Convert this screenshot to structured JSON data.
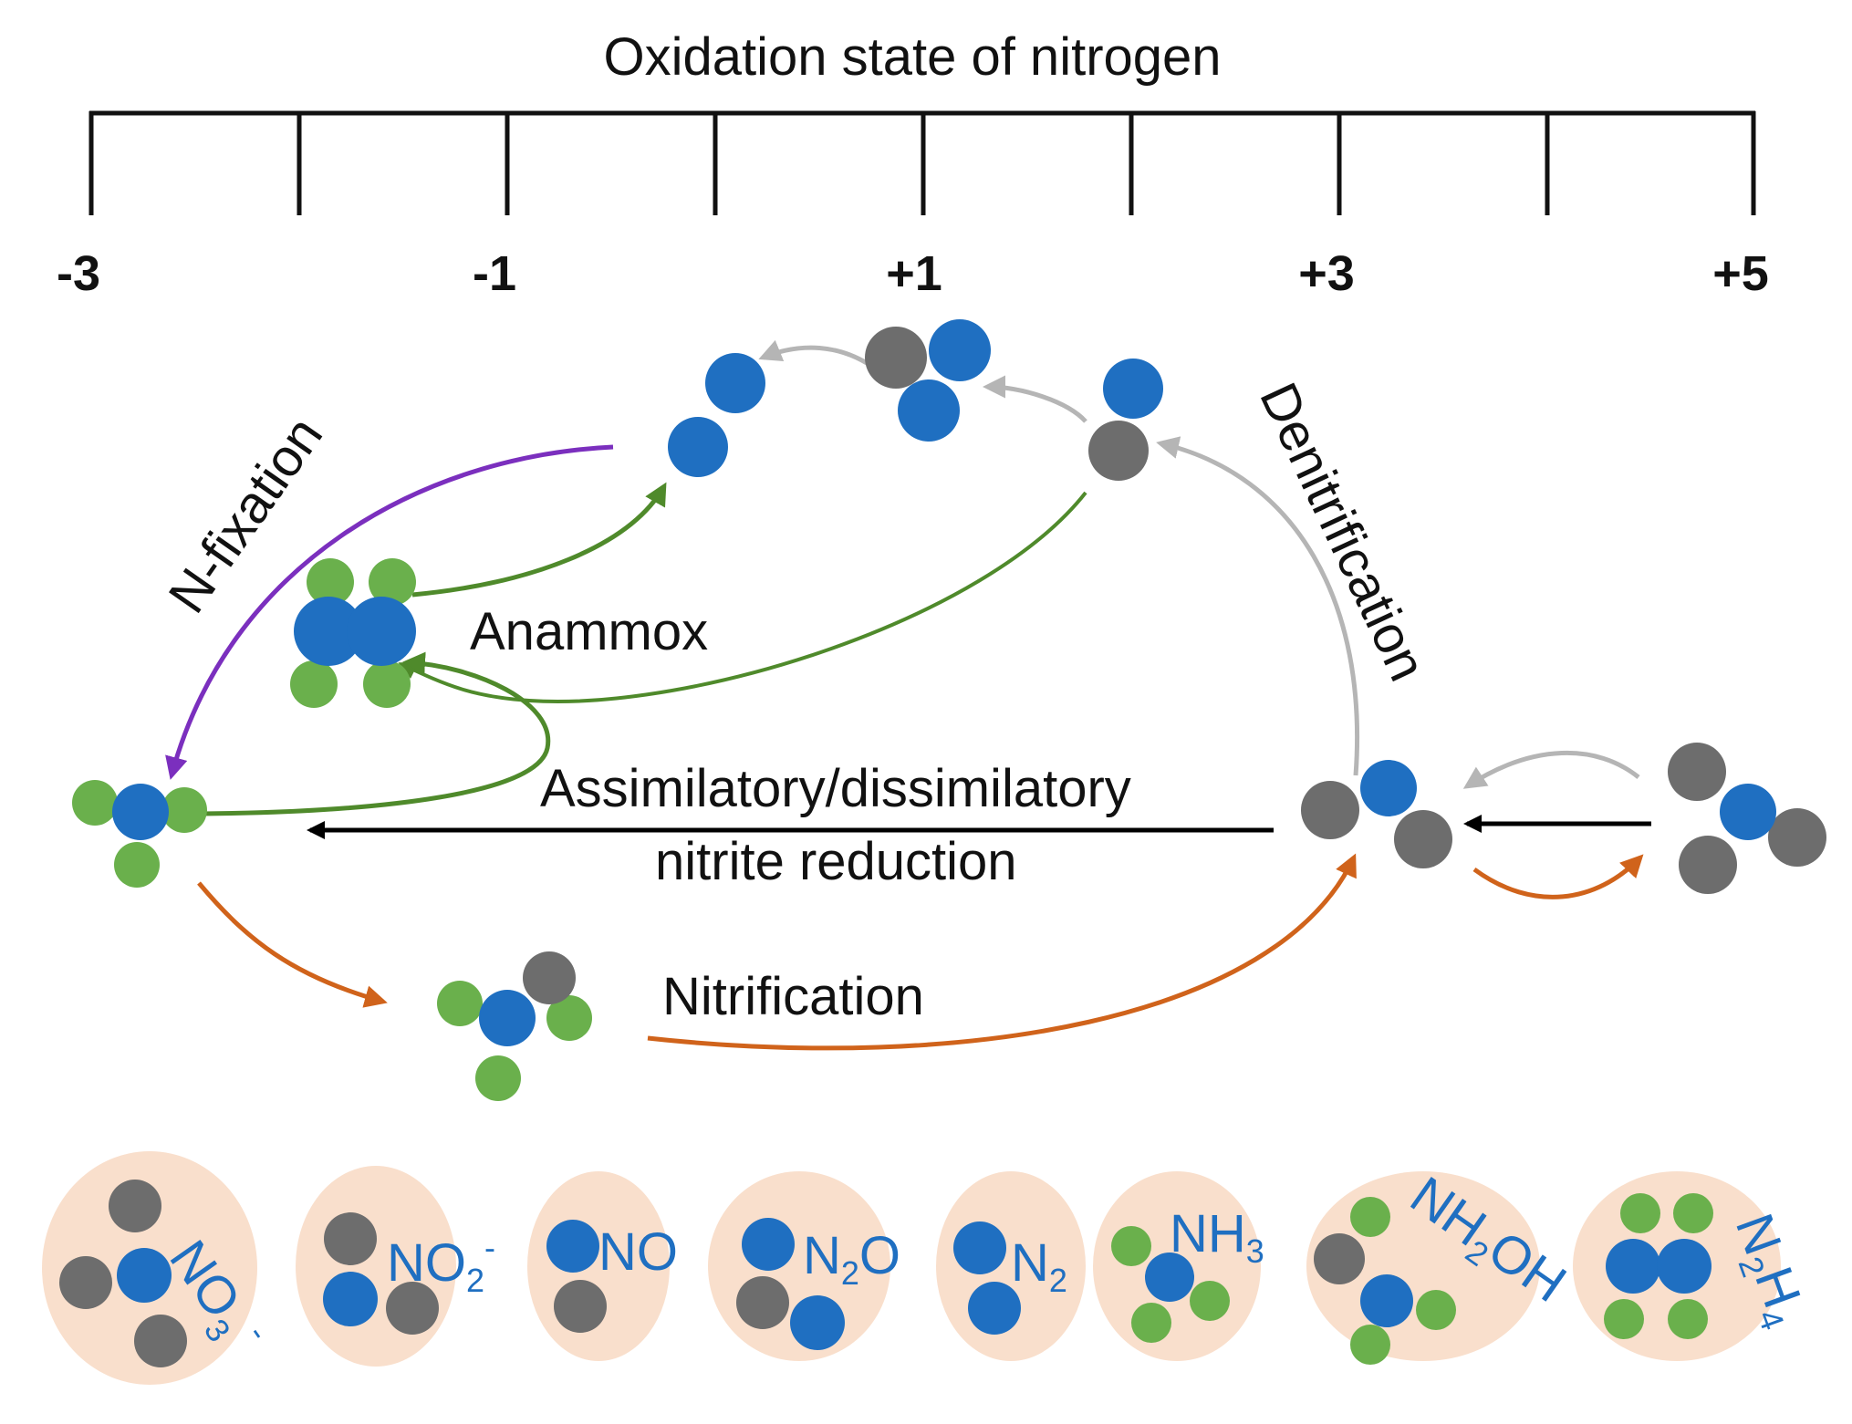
{
  "axis": {
    "title": "Oxidation state of nitrogen",
    "ticks": [
      "-3",
      "-1",
      "+1",
      "+3",
      "+5"
    ]
  },
  "processes": {
    "n_fixation": "N-fixation",
    "anammox": "Anammox",
    "denitrification": "Denitrification",
    "nitrite_reduction_line1": "Assimilatory/dissimilatory",
    "nitrite_reduction_line2": "nitrite reduction",
    "nitrification": "Nitrification"
  },
  "key": [
    {
      "base": "NO",
      "sub": "3",
      "sup": "-",
      "id": "nitrate"
    },
    {
      "base": "NO",
      "sub": "2",
      "sup": "-",
      "id": "nitrite"
    },
    {
      "base": "NO",
      "id": "nitric-oxide"
    },
    {
      "base": "N",
      "sub": "2",
      "tail": "O",
      "id": "nitrous-oxide"
    },
    {
      "base": "N",
      "sub": "2",
      "id": "dinitrogen"
    },
    {
      "base": "NH",
      "sub": "3",
      "id": "ammonia"
    },
    {
      "base": "NH",
      "sub": "2",
      "tail": "OH",
      "id": "hydroxylamine"
    },
    {
      "base": "N",
      "sub": "2",
      "base2": "H",
      "sub2": "4",
      "id": "hydrazine"
    }
  ],
  "colors": {
    "nitrogen": "#1f6fc1",
    "oxygen": "#6d6d6d",
    "hydrogen": "#6ab04c",
    "n_fixation_arrow": "#7b2fbe",
    "anammox_arrow": "#4f8a2b",
    "denitrification_arrow": "#b5b5b5",
    "reduction_arrow": "#000000",
    "nitrification_arrow": "#d0631b",
    "key_background": "#f9dfcc"
  }
}
